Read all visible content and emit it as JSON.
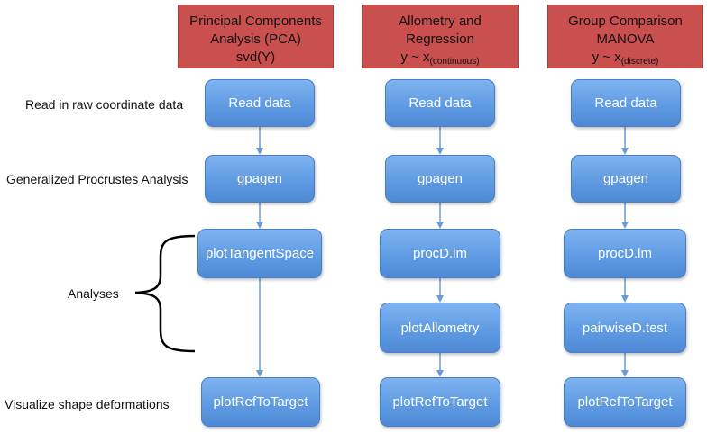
{
  "columns": [
    {
      "header": {
        "line1": "Principal Components",
        "line2": "Analysis (PCA)",
        "formula": "svd(Y)",
        "formula_sub": ""
      },
      "steps": [
        "Read data",
        "gpagen",
        "plotTangentSpace",
        "plotRefToTarget"
      ]
    },
    {
      "header": {
        "line1": "Allometry and",
        "line2": "Regression",
        "formula": "y ~ x",
        "formula_sub": "(continuous)"
      },
      "steps": [
        "Read data",
        "gpagen",
        "procD.lm",
        "plotAllometry",
        "plotRefToTarget"
      ]
    },
    {
      "header": {
        "line1": "Group Comparison",
        "line2": "MANOVA",
        "formula": "y ~ x",
        "formula_sub": "(discrete)"
      },
      "steps": [
        "Read data",
        "gpagen",
        "procD.lm",
        "pairwiseD.test",
        "plotRefToTarget"
      ]
    }
  ],
  "row_labels": {
    "read": "Read in raw coordinate data",
    "gpa": "Generalized Procrustes Analysis",
    "analyses": "Analyses",
    "visualize": "Visualize shape deformations"
  },
  "colors": {
    "header_fill": "#c9504f",
    "node_fill": "#5f9be3",
    "arrow": "#6a9ad8",
    "brace": "#000000"
  }
}
